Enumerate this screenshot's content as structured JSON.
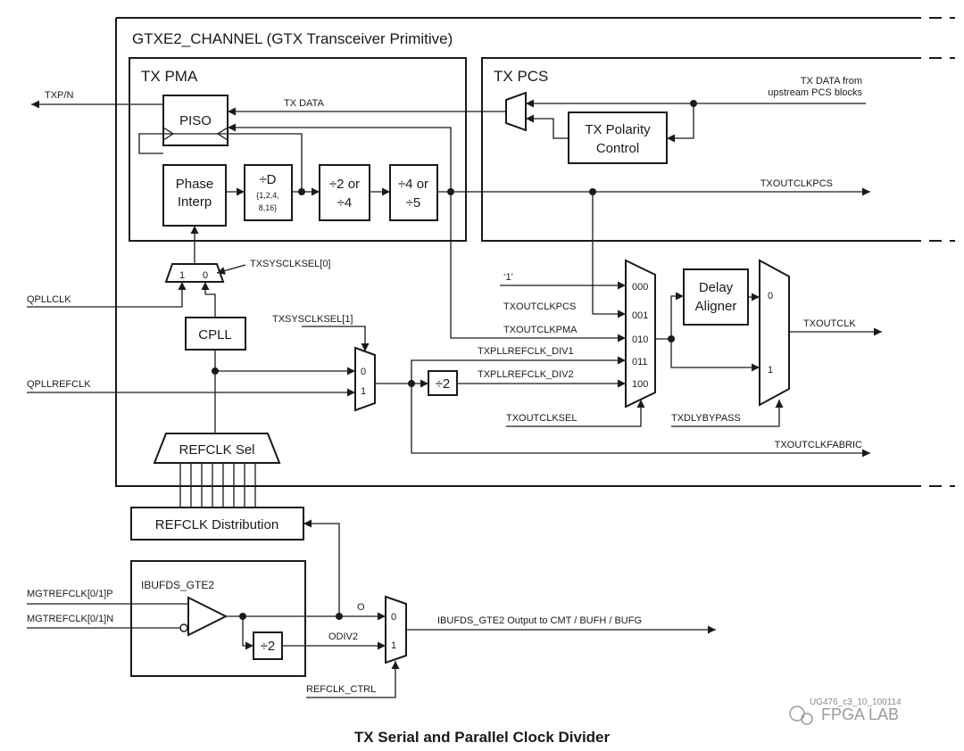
{
  "channel": {
    "title": "GTXE2_CHANNEL (GTX Transceiver Primitive)"
  },
  "tx_pma": {
    "title": "TX PMA",
    "piso": "PISO",
    "phase_interp_line1": "Phase",
    "phase_interp_line2": "Interp",
    "div_d": "÷D",
    "div_d_values_line1": "{1,2,4,",
    "div_d_values_line2": "8,16}",
    "div_2_or_4_line1": "÷2 or",
    "div_2_or_4_line2": "÷4",
    "div_4_or_5_line1": "÷4 or",
    "div_4_or_5_line2": "÷5"
  },
  "tx_pcs": {
    "title": "TX PCS",
    "polarity_line1": "TX Polarity",
    "polarity_line2": "Control",
    "tx_data_from_line1": "TX DATA from",
    "tx_data_from_line2": "upstream PCS blocks"
  },
  "signals": {
    "txp_n": "TXP/N",
    "tx_data": "TX DATA",
    "txoutclkpcs_out": "TXOUTCLKPCS",
    "txsysclksel0": "TXSYSCLKSEL[0]",
    "txsysclksel1": "TXSYSCLKSEL[1]",
    "qpllclk": "QPLLCLK",
    "qpllrefclk": "QPLLREFCLK",
    "quote_one": "‘1’",
    "txoutclkpcs_in": "TXOUTCLKPCS",
    "txoutclkpma": "TXOUTCLKPMA",
    "txpllrefclk_div1": "TXPLLREFCLK_DIV1",
    "txpllrefclk_div2": "TXPLLREFCLK_DIV2",
    "txoutclksel": "TXOUTCLKSEL",
    "txdlybypass": "TXDLYBYPASS",
    "txoutclk": "TXOUTCLK",
    "txoutclkfabric": "TXOUTCLKFABRIC",
    "mgtrefclk_p": "MGTREFCLK[0/1]P",
    "mgtrefclk_n": "MGTREFCLK[0/1]N",
    "o": "O",
    "odiv2": "ODIV2",
    "refclk_ctrl": "REFCLK_CTRL",
    "ibufds_output": "IBUFDS_GTE2   Output to CMT / BUFH / BUFG"
  },
  "mux_sysclk0": {
    "in1": "1",
    "in0": "0"
  },
  "mux_sysclk1": {
    "in0": "0",
    "in1": "1"
  },
  "mux_outclksel": {
    "sel000": "000",
    "sel001": "001",
    "sel010": "010",
    "sel011": "011",
    "sel100": "100"
  },
  "mux_dly": {
    "in0": "0",
    "in1": "1"
  },
  "mux_ibuf": {
    "in0": "0",
    "in1": "1"
  },
  "blocks": {
    "cpll": "CPLL",
    "delay_aligner_line1": "Delay",
    "delay_aligner_line2": "Aligner",
    "div2_refclk": "÷2",
    "refclk_sel": "REFCLK Sel",
    "refclk_distribution": "REFCLK Distribution",
    "ibufds_gte2": "IBUFDS_GTE2",
    "div2_ibuf": "÷2"
  },
  "caption": "TX Serial and Parallel Clock Divider",
  "watermark": {
    "doc_id": "UG476_c3_10_100114",
    "brand": "FPGA LAB"
  }
}
